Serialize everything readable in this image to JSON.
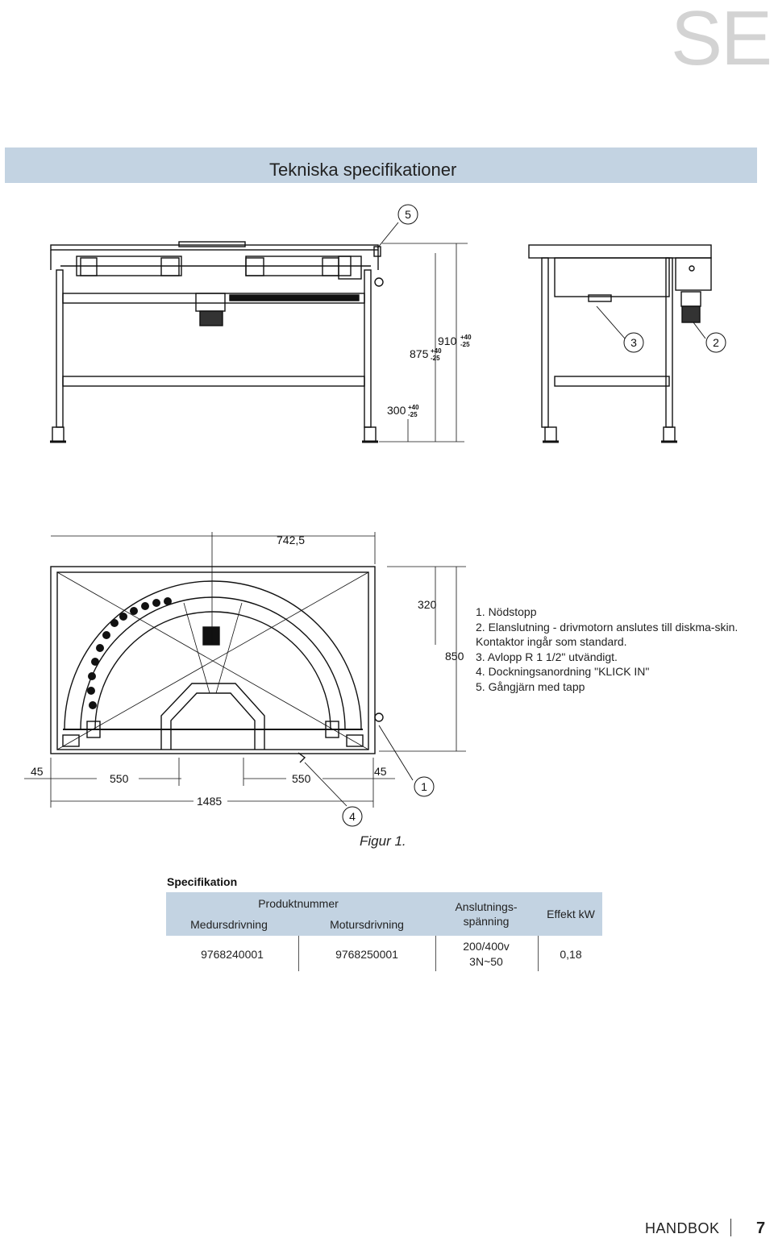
{
  "header": {
    "language": "SE",
    "title": "Tekniska specifikationer"
  },
  "figure": {
    "caption": "Figur 1.",
    "callouts": [
      "5",
      "3",
      "2",
      "1",
      "4"
    ],
    "dimensions": {
      "height_875": "875",
      "height_910": "910",
      "height_300": "300",
      "tol_plus": "+40",
      "tol_minus": "-25",
      "width_742": "742,5",
      "depth_320": "320",
      "depth_850": "850",
      "side_45_left": "45",
      "side_45_right": "45",
      "span_550_left": "550",
      "span_550_right": "550",
      "total_1485": "1485"
    }
  },
  "legend": {
    "items": [
      "1. Nödstopp",
      "2. Elanslutning - drivmotorn anslutes till diskma-skin. Kontaktor ingår som standard.",
      "3. Avlopp R 1 1/2\" utvändigt.",
      "4. Dockningsanordning \"KLICK IN\"",
      "5. Gångjärn med tapp"
    ]
  },
  "spec": {
    "title": "Specifikation",
    "headers": {
      "product_number": "Produktnummer",
      "clockwise": "Medursdrivning",
      "counterclockwise": "Motursdrivning",
      "voltage_line1": "Anslutnings-",
      "voltage_line2": "spänning",
      "power": "Effekt kW"
    },
    "row": {
      "clockwise": "9768240001",
      "counterclockwise": "9768250001",
      "voltage_line1": "200/400v",
      "voltage_line2": "3N~50",
      "power": "0,18"
    }
  },
  "footer": {
    "label": "HANDBOK",
    "page": "7"
  },
  "colors": {
    "band": "#c3d3e2",
    "lang_tag": "#d3d3d3"
  }
}
